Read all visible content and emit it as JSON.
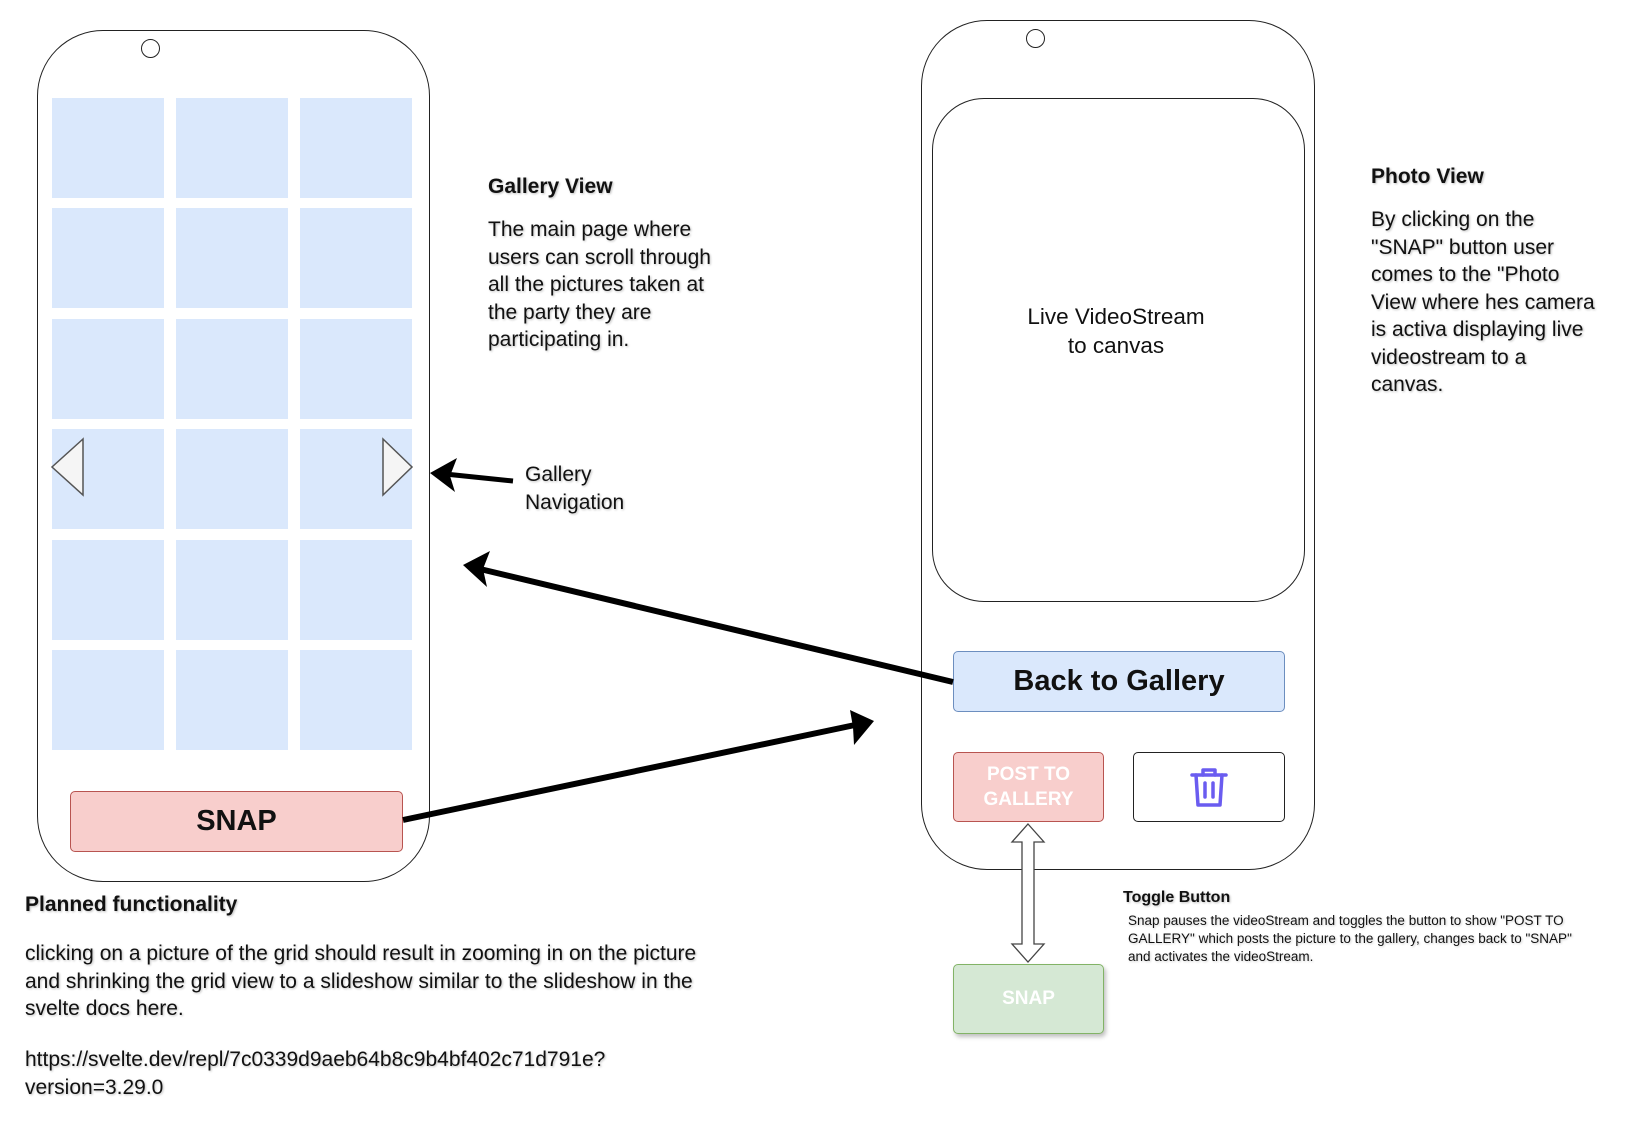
{
  "gallery_phone": {
    "snap_label": "SNAP"
  },
  "photo_phone": {
    "video_text_line1": "Live VideoStream",
    "video_text_line2": "to canvas",
    "back_label": "Back to Gallery",
    "post_line1": "POST TO",
    "post_line2": "GALLERY",
    "snap_toggle_label": "SNAP"
  },
  "gallery_view": {
    "title": "Gallery View",
    "lines": [
      "The main page where",
      "users can scroll through",
      "all the pictures taken at",
      "the party they are",
      "participating in."
    ]
  },
  "gallery_navigation": {
    "lines": [
      "Gallery",
      "Navigation"
    ]
  },
  "photo_view": {
    "title": "Photo View",
    "lines": [
      "By clicking on the",
      "\"SNAP\" button user",
      "comes to the \"Photo",
      "View where hes camera",
      "is activa displaying live",
      "videostream to a",
      "canvas."
    ]
  },
  "toggle_button": {
    "title": "Toggle Button",
    "lines": [
      "Snap pauses the videoStream and toggles the button to show \"POST TO",
      "GALLERY\" which posts the picture to the gallery, changes back to \"SNAP\"",
      "and activates the videoStream."
    ]
  },
  "planned": {
    "title": "Planned functionality",
    "lines": [
      "clicking on a picture of the grid should result in zooming in on the picture",
      "and shrinking the grid view to a slideshow similar to the slideshow in the",
      "svelte docs here."
    ],
    "url_lines": [
      "https://svelte.dev/repl/7c0339d9aeb64b8c9b4bf402c71d791e?",
      "version=3.29.0"
    ]
  },
  "colors": {
    "grid_cell": "#dae8fc",
    "snap_fill": "#f8cecc",
    "snap_toggle_fill": "#d5e8d4",
    "trash_icon": "#6a5cf0"
  }
}
